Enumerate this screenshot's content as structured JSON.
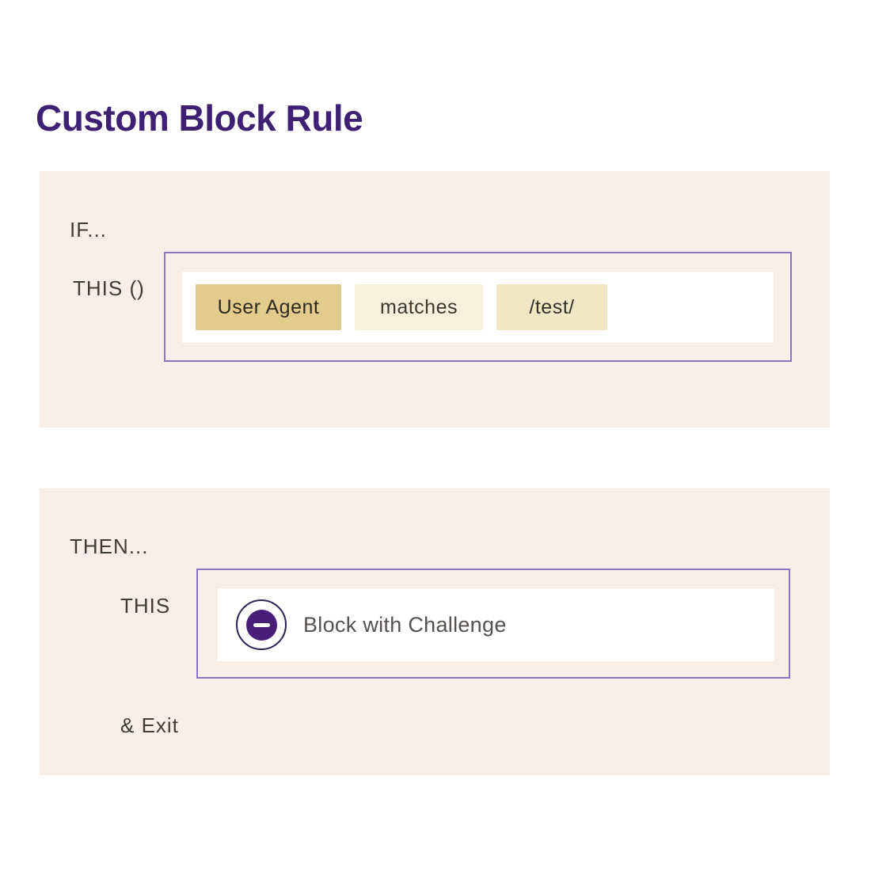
{
  "page": {
    "title": "Custom Block Rule"
  },
  "if_section": {
    "if_label": "IF...",
    "this_label": "THIS ()",
    "chips": [
      {
        "label": "User Agent",
        "role": "field"
      },
      {
        "label": "matches",
        "role": "operator"
      },
      {
        "label": "/test/",
        "role": "value"
      }
    ]
  },
  "then_section": {
    "then_label": "THEN...",
    "this_label": "THIS",
    "action_icon": "block-minus-icon",
    "action_label": "Block with Challenge",
    "exit_label": "& Exit"
  },
  "colors": {
    "title_purple": "#3e2173",
    "panel_pink": "#f9ede7",
    "outline_purple": "#8f72c6",
    "chip_gold": "#e2cb8c",
    "chip_cream_light": "#f8f0dc",
    "chip_cream": "#f1e7c5",
    "icon_fill_purple": "#471f78",
    "icon_ring_indigo": "#2c2353"
  }
}
